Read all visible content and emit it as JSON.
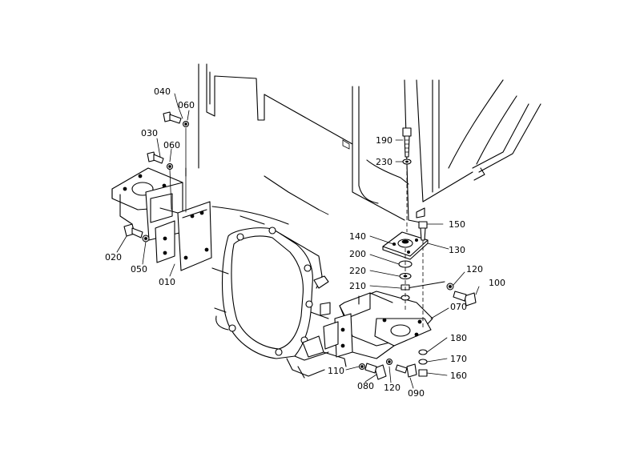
{
  "callouts": {
    "p010": "010",
    "p020": "020",
    "p030": "030",
    "p040": "040",
    "p050": "050",
    "p060a": "060",
    "p060b": "060",
    "p070": "070",
    "p080": "080",
    "p090": "090",
    "p100": "100",
    "p110": "110",
    "p120a": "120",
    "p120b": "120",
    "p130": "130",
    "p140": "140",
    "p150": "150",
    "p160": "160",
    "p170": "170",
    "p180": "180",
    "p190": "190",
    "p200": "200",
    "p210": "210",
    "p220": "220",
    "p230": "230"
  },
  "colors": {
    "line": "#000000",
    "background": "#ffffff"
  }
}
